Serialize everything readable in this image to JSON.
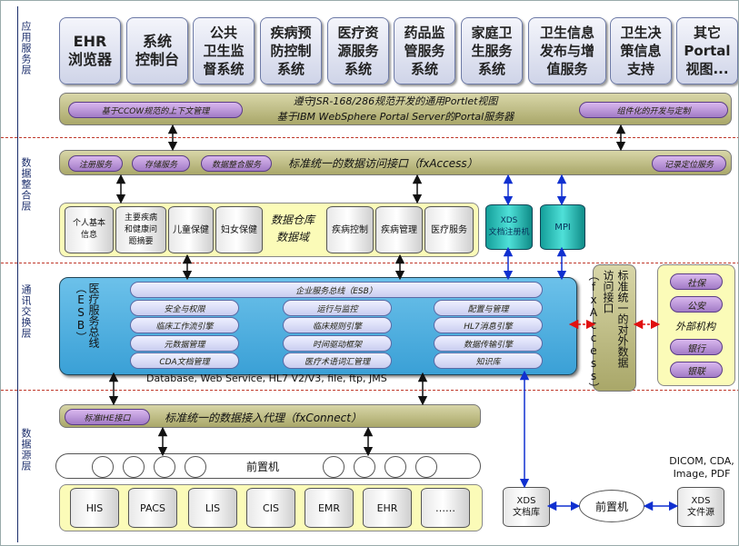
{
  "layers": [
    "应用服务层",
    "数据整合层",
    "通讯交换层",
    "数据源层"
  ],
  "apps": [
    "EHR\n浏览器",
    "系统\n控制台",
    "公共\n卫生监\n督系统",
    "疾病预\n防控制\n系统",
    "医疗资\n源服务\n系统",
    "药品监\n管服务\n系统",
    "家庭卫\n生服务\n系统",
    "卫生信息\n发布与增\n值服务",
    "卫生决\n策信息\n支持",
    "其它\nPortal\n视图..."
  ],
  "portal": {
    "line1": "遵守JSR-168/286规范开发的通用Portlet视图",
    "line2": "基于IBM WebSphere Portal Server的Portal服务器",
    "left_pill": "基于CCOW规范的上下文管理",
    "right_pill": "组件化的开发与定制"
  },
  "access": {
    "pills": [
      "注册服务",
      "存储服务",
      "数据整合服务"
    ],
    "title": "标准统一的数据访问接口（fxAccess）",
    "right_pill": "记录定位服务"
  },
  "warehouse": {
    "left_items": [
      "个人基本\n信息",
      "主要疾病\n和健康问\n题摘要",
      "儿童保健",
      "妇女保健"
    ],
    "center": "数据仓库\n数据域",
    "right_items": [
      "疾病控制",
      "疾病管理",
      "医疗服务"
    ]
  },
  "registries": [
    "XDS\n文档注册机",
    "MPI"
  ],
  "esb": {
    "side_label": "医疗服务总线\n（ESB）",
    "bus": "企业服务总线（ESB）",
    "grid": [
      [
        "安全与权限",
        "运行与监控",
        "配置与管理"
      ],
      [
        "临床工作流引擎",
        "临床规则引擎",
        "HL7消息引擎"
      ],
      [
        "元数据管理",
        "时间驱动框架",
        "数据传输引擎"
      ],
      [
        "CDA文档管理",
        "医疗术语词汇管理",
        "知识库"
      ]
    ],
    "protocols": "Database, Web Service, HL7 V2/V3, file, ftp, JMS"
  },
  "external_access": "标准统一的对外数据\n访问接口（fxAccess）",
  "external_orgs": [
    "社保",
    "公安",
    "外部机构",
    "银行",
    "银联"
  ],
  "connect": {
    "pill": "标准IHE接口",
    "title": "标准统一的数据接入代理（fxConnect）"
  },
  "frontend_label": "前置机",
  "sources": [
    "HIS",
    "PACS",
    "LIS",
    "CIS",
    "EMR",
    "EHR",
    "……"
  ],
  "xds_repo": "XDS\n文档库",
  "frontend2": "前置机",
  "xds_source": "XDS\n文件源",
  "formats": "DICOM, CDA,\nImage, PDF",
  "colors": {
    "arrow_blue": "#1030d0",
    "arrow_red": "#e01010",
    "divider": "#c0392b",
    "esb_blue": "#3aa0d6",
    "panel_yellow": "#fbfbb8"
  }
}
